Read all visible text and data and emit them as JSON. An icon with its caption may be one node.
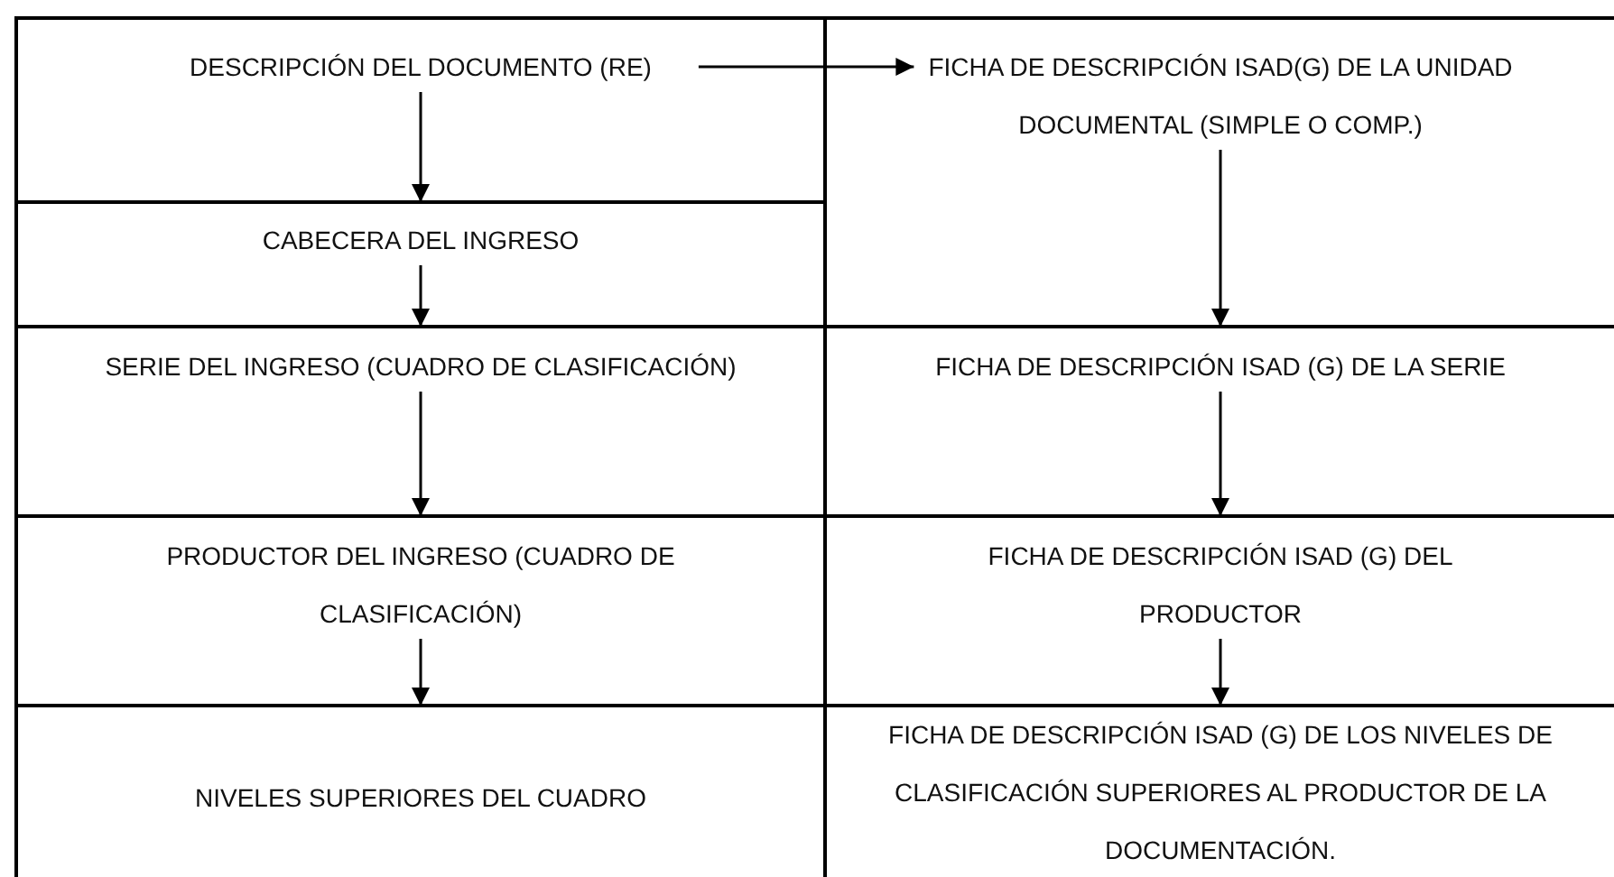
{
  "diagram": {
    "nodes": [
      {
        "text": [
          "DESCRIPCIÓN DEL DOCUMENTO (RE)"
        ]
      },
      {
        "text": [
          "FICHA DE DESCRIPCIÓN ISAD(G) DE LA UNIDAD DOCUMENTAL (SIMPLE O COMP.)"
        ]
      },
      {
        "text": [
          "CABECERA DEL INGRESO"
        ]
      },
      {
        "text": [
          "SERIE DEL INGRESO (CUADRO DE CLASIFICACIÓN)"
        ]
      },
      {
        "text": [
          "FICHA DE DESCRIPCIÓN ISAD (G) DE LA SERIE"
        ]
      },
      {
        "text": [
          "PRODUCTOR DEL INGRESO (CUADRO DE CLASIFICACIÓN)"
        ]
      },
      {
        "text": [
          "FICHA DE DESCRIPCIÓN ISAD (G) DEL PRODUCTOR"
        ]
      },
      {
        "text": [
          "NIVELES SUPERIORES DEL CUADRO"
        ]
      },
      {
        "text": [
          "FICHA DE DESCRIPCIÓN ISAD (G) DE LOS NIVELES DE CLASIFICACIÓN SUPERIORES AL PRODUCTOR DE LA DOCUMENTACIÓN."
        ]
      }
    ],
    "edges": [
      {
        "from": 0,
        "to": 1,
        "arrow": "to"
      },
      {
        "from": 0,
        "to": 2,
        "arrow": "to"
      },
      {
        "from": 1,
        "to": 4,
        "arrow": "to"
      },
      {
        "from": 2,
        "to": 3,
        "arrow": "to"
      },
      {
        "from": 3,
        "to": 5,
        "arrow": "to"
      },
      {
        "from": 4,
        "to": 6,
        "arrow": "to"
      },
      {
        "from": 5,
        "to": 7,
        "arrow": "to"
      },
      {
        "from": 6,
        "to": 8,
        "arrow": "to"
      }
    ]
  }
}
